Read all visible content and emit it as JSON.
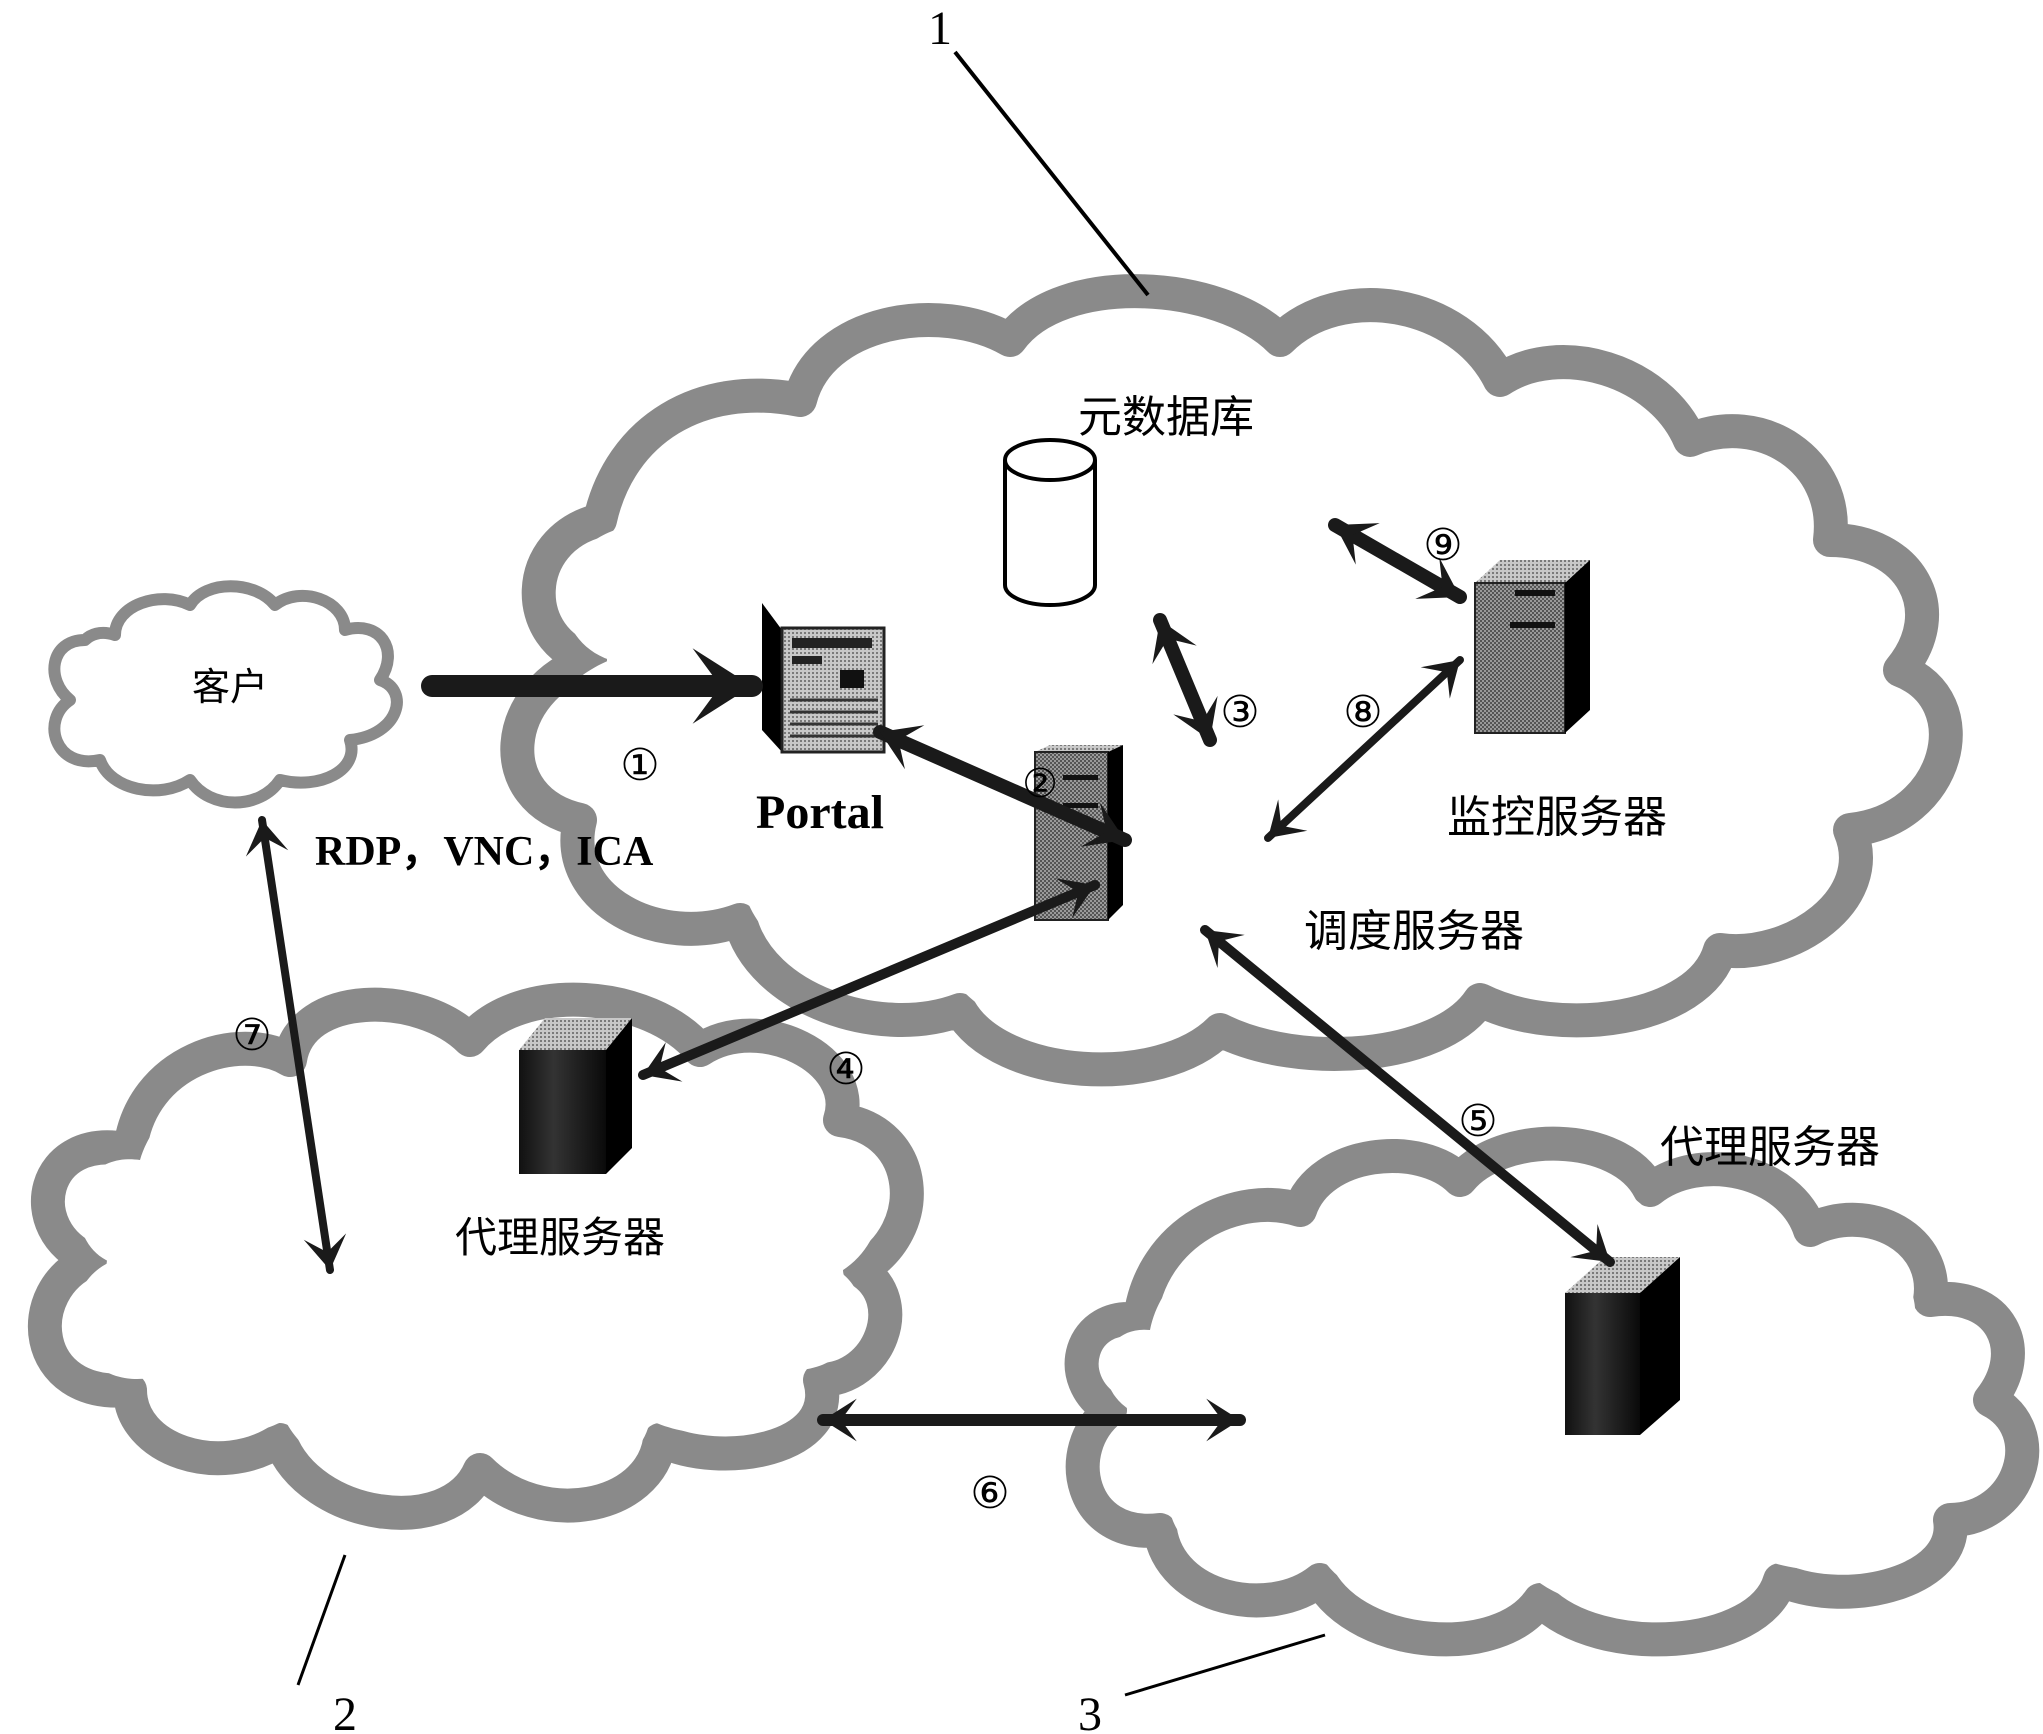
{
  "diagram": {
    "type": "network-architecture",
    "clouds": [
      {
        "id": "1",
        "ref_label": "1",
        "role": "central-cloud"
      },
      {
        "id": "2",
        "ref_label": "2",
        "role": "proxy-cloud-left"
      },
      {
        "id": "3",
        "ref_label": "3",
        "role": "proxy-cloud-right"
      },
      {
        "id": "client",
        "label": "客户",
        "role": "client-cloud"
      }
    ],
    "nodes": {
      "metadata_db": {
        "label": "元数据库",
        "icon": "database-cylinder-icon"
      },
      "portal": {
        "label": "Portal",
        "icon": "server-tower-icon"
      },
      "scheduler": {
        "label": "调度服务器",
        "icon": "server-tower-icon"
      },
      "monitor": {
        "label": "监控服务器",
        "icon": "server-tower-icon"
      },
      "proxy_left": {
        "label": "代理服务器",
        "icon": "server-tower-icon"
      },
      "proxy_right": {
        "label": "代理服务器",
        "icon": "server-tower-icon"
      }
    },
    "protocol_label": "RDP，VNC，ICA",
    "steps": [
      {
        "n": "①",
        "from": "客户",
        "to": "Portal"
      },
      {
        "n": "②",
        "from": "Portal",
        "to": "调度服务器",
        "bidirectional": true
      },
      {
        "n": "③",
        "from": "调度服务器",
        "to": "元数据库",
        "bidirectional": true
      },
      {
        "n": "④",
        "from": "调度服务器",
        "to": "代理服务器 (2)",
        "bidirectional": true
      },
      {
        "n": "⑤",
        "from": "调度服务器",
        "to": "代理服务器 (3)",
        "bidirectional": true
      },
      {
        "n": "⑥",
        "from": "cloud 2",
        "to": "cloud 3",
        "bidirectional": true
      },
      {
        "n": "⑦",
        "from": "客户",
        "to": "cloud 2",
        "bidirectional": true
      },
      {
        "n": "⑧",
        "from": "调度服务器",
        "to": "监控服务器",
        "bidirectional": true
      },
      {
        "n": "⑨",
        "from": "监控服务器",
        "to": "cloud 1",
        "bidirectional": true
      }
    ],
    "colors": {
      "cloud_shadow": "#8a8a8a",
      "arrow": "#1a1a1a",
      "background": "#ffffff"
    }
  }
}
